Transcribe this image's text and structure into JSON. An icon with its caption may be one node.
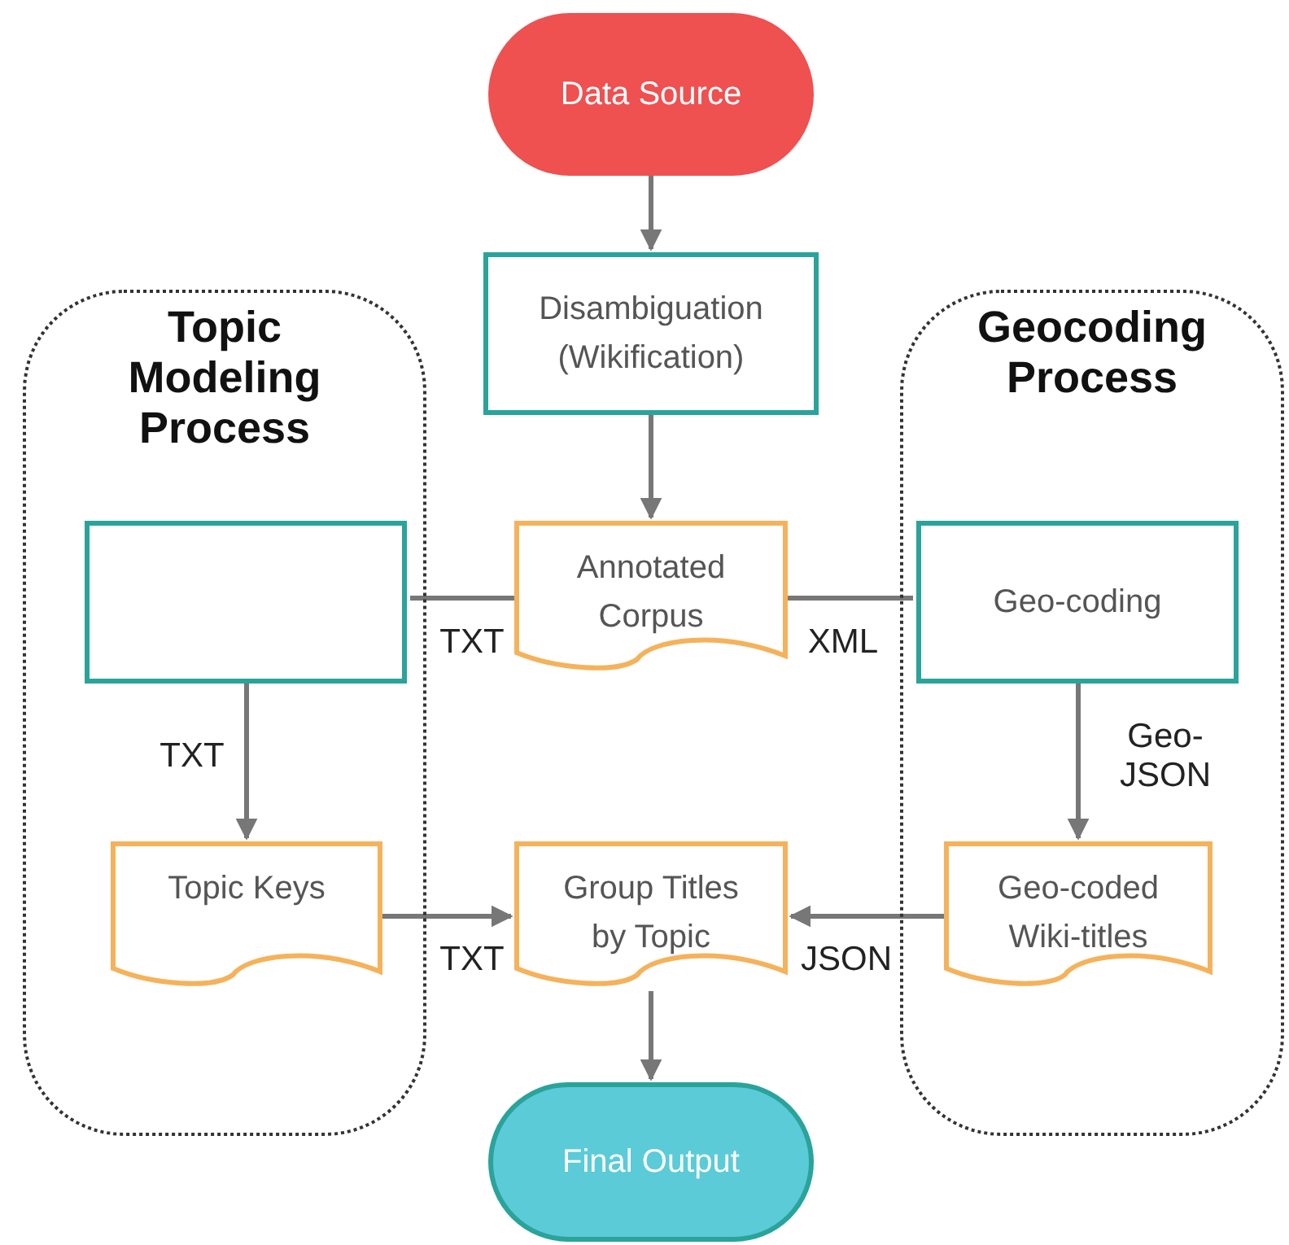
{
  "diagram": {
    "nodes": [
      {
        "text": [
          "Topic Modeling Process"
        ]
      },
      {
        "text": [
          "Geocoding Process"
        ]
      },
      {
        "text": [
          "Data Source"
        ]
      },
      {
        "text": [
          "Disambiguation (Wikification)"
        ]
      },
      {
        "text": [
          "Annotated Corpus"
        ]
      },
      {
        "text": [],
        "shape": "box",
        "in": 0
      },
      {
        "text": [
          "Geo-coding"
        ],
        "in": 1
      },
      {
        "text": [
          "Topic Keys"
        ],
        "in": 0
      },
      {
        "text": [
          "Group Titles by Topic"
        ]
      },
      {
        "text": [
          "Geo-coded Wiki-titles"
        ],
        "in": 1
      },
      {
        "text": [
          "Final Output"
        ]
      }
    ],
    "edges": [
      {
        "from": 2,
        "to": 3,
        "arrow": "to"
      },
      {
        "from": 3,
        "to": 4,
        "arrow": "to"
      },
      {
        "from": 4,
        "to": 5,
        "arrow": "none",
        "label": "TXT"
      },
      {
        "from": 4,
        "to": 6,
        "arrow": "none",
        "label": "XML"
      },
      {
        "from": 5,
        "to": 7,
        "arrow": "to",
        "label": "TXT"
      },
      {
        "from": 6,
        "to": 9,
        "arrow": "to",
        "label": "Geo-JSON"
      },
      {
        "from": 7,
        "to": 8,
        "arrow": "to",
        "label": "TXT"
      },
      {
        "from": 9,
        "to": 8,
        "arrow": "to",
        "label": "JSON"
      },
      {
        "from": 8,
        "to": 10,
        "arrow": "to"
      }
    ]
  }
}
